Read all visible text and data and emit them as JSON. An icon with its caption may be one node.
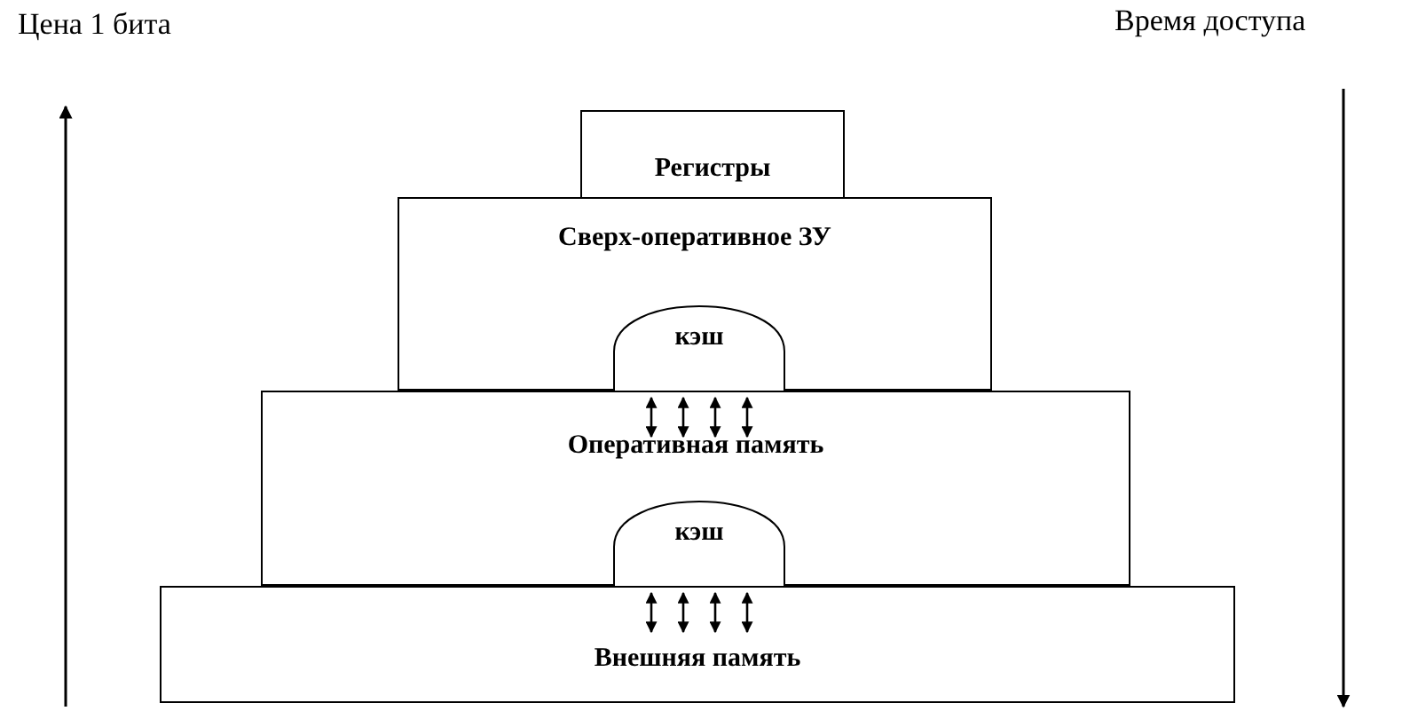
{
  "diagram": {
    "nodes": [
      {
        "text": [
          "Регистры"
        ]
      },
      {
        "text": [
          "Сверх-оперативное ЗУ"
        ]
      },
      {
        "text": [
          "кэш"
        ],
        "in": 1
      },
      {
        "text": [
          "Оперативная память"
        ]
      },
      {
        "text": [
          "кэш"
        ],
        "in": 3
      },
      {
        "text": [
          "Внешняя память"
        ]
      }
    ],
    "edges": [
      {
        "from": 2,
        "to": 3,
        "arrow": "both"
      },
      {
        "from": 2,
        "to": 3,
        "arrow": "both"
      },
      {
        "from": 2,
        "to": 3,
        "arrow": "both"
      },
      {
        "from": 2,
        "to": 3,
        "arrow": "both"
      },
      {
        "from": 4,
        "to": 5,
        "arrow": "both"
      },
      {
        "from": 4,
        "to": 5,
        "arrow": "both"
      },
      {
        "from": 4,
        "to": 5,
        "arrow": "both"
      },
      {
        "from": 4,
        "to": 5,
        "arrow": "both"
      }
    ],
    "labels": [
      "Цена 1 бита",
      "Время доступа"
    ]
  }
}
